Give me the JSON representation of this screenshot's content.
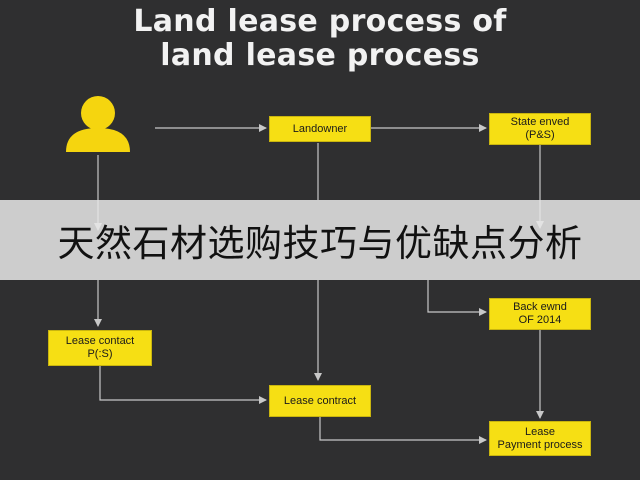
{
  "title": {
    "line1": "Land lease process of",
    "line2": "land lease process"
  },
  "nodes": {
    "landowner": "Landowner",
    "state_owned_line1": "State enved",
    "state_owned_line2": "(P&S)",
    "back_end_line1": "Back ewnd",
    "back_end_line2": "OF 2014",
    "lease_contract_left_line1": "Lease contact",
    "lease_contract_left_line2": "P(:S)",
    "lease_contract_center": "Lease contract",
    "lease_payment_line1": "Lease",
    "lease_payment_line2": "Payment process"
  },
  "banner": {
    "text": "天然石材选购技巧与优缺点分析"
  },
  "colors": {
    "background": "#2f2f30",
    "node_fill": "#f6df14",
    "person_icon": "#f5d50f",
    "connector": "#c8c8c8",
    "banner": "#e8e8e8"
  },
  "icons": {
    "person": "person-icon"
  }
}
